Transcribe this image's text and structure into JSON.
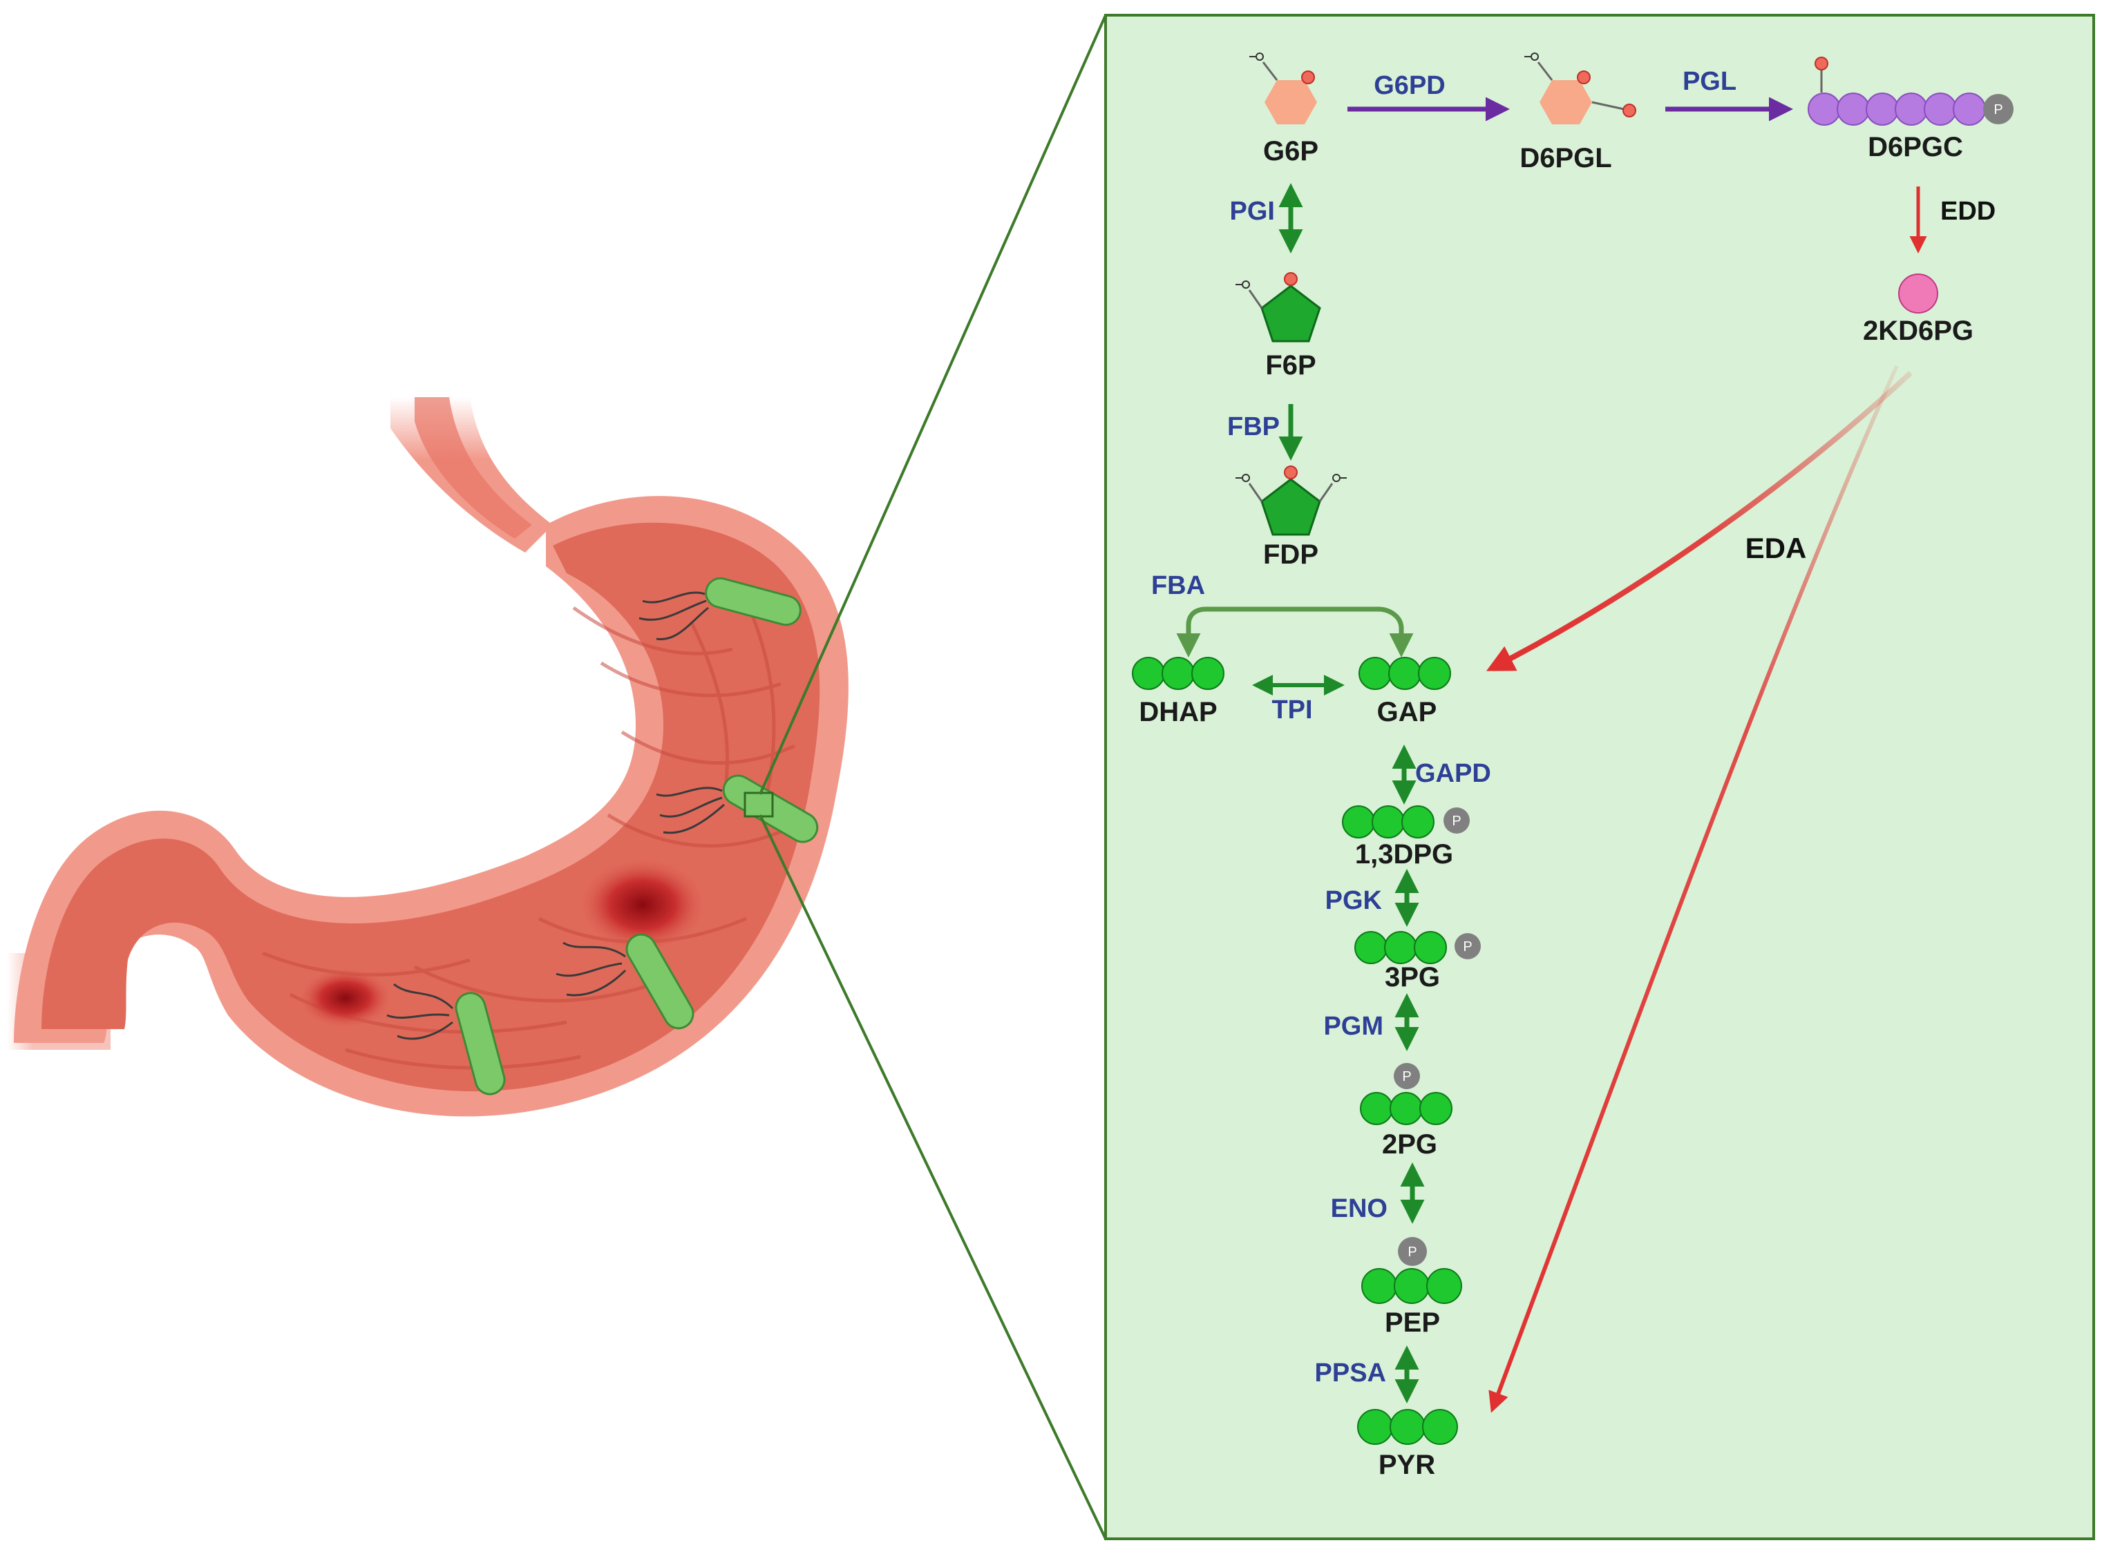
{
  "metabolites": {
    "g6p": "G6P",
    "d6pgl": "D6PGL",
    "d6pgc": "D6PGC",
    "kd6pg": "2KD6PG",
    "f6p": "F6P",
    "fdp": "FDP",
    "dhap": "DHAP",
    "gap": "GAP",
    "bpg13": "1,3DPG",
    "pg3": "3PG",
    "pg2": "2PG",
    "pep": "PEP",
    "pyr": "PYR"
  },
  "enzymes": {
    "g6pd": "G6PD",
    "pgl": "PGL",
    "edd": "EDD",
    "eda": "EDA",
    "pgi": "PGI",
    "fbp": "FBP",
    "fba": "FBA",
    "tpi": "TPI",
    "gapd": "GAPD",
    "pgk": "PGK",
    "pgm": "PGM",
    "eno": "ENO",
    "ppsa": "PPSA"
  },
  "phosphate_label": "P",
  "colors": {
    "panel_fill": "#d9f2d7",
    "panel_border": "#3d7a2a",
    "glycolysis_green": "#1e9a2e",
    "ed_red": "#e03030",
    "ppp_purple": "#6a2ca0",
    "enzyme_blue": "#2e3f96",
    "hexose_orange": "#f7a98a",
    "d6pgc_purple": "#b57be0",
    "kd6pg_pink": "#f07ab8",
    "phosphate_gray": "#808080",
    "stomach_wall": "#f19a8c",
    "stomach_inner": "#e06a5a",
    "bacteria_green": "#7cc96a"
  }
}
